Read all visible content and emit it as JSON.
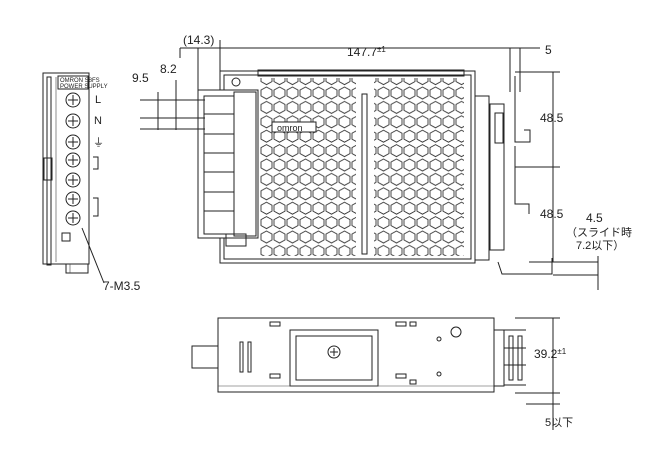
{
  "drawing": {
    "top_width_ref": "(14.3)",
    "overall_length": "147.7",
    "overall_length_tol": "±1",
    "rail_offset": "5",
    "pitch_left_a": "9.5",
    "pitch_left_b": "8.2",
    "height_upper": "48.5",
    "height_lower": "48.5",
    "slide_value": "4.5",
    "slide_note_line1": "（スライド時",
    "slide_note_line2": "7.2以下）",
    "bottom_height": "39.2",
    "bottom_height_tol": "±1",
    "bottom_clearance": "5以下",
    "terminal_screw": "7-M3.5",
    "logo_text": "omron",
    "side_header_line1": "OMRON S8FS",
    "side_header_line2": "POWER SUPPLY",
    "terminal_labels": [
      "L",
      "N",
      "⏚"
    ]
  }
}
